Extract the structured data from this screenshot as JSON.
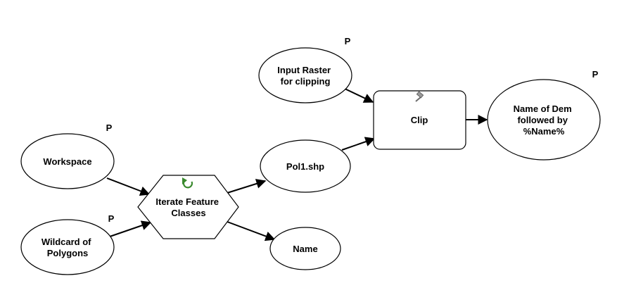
{
  "diagram": {
    "nodes": {
      "workspace": {
        "label": [
          "Workspace"
        ],
        "param": "P"
      },
      "wildcard": {
        "label": [
          "Wildcard of",
          "Polygons"
        ],
        "param": "P"
      },
      "iterate": {
        "label": [
          "Iterate Feature",
          "Classes"
        ],
        "icon": "iterate-refresh-icon",
        "icon_color": "#3a8a2e"
      },
      "pol1": {
        "label": [
          "Pol1.shp"
        ]
      },
      "name": {
        "label": [
          "Name"
        ]
      },
      "input_raster": {
        "label": [
          "Input Raster",
          "for clipping"
        ],
        "param": "P"
      },
      "clip": {
        "label": [
          "Clip"
        ],
        "icon": "hammer-tool-icon"
      },
      "output": {
        "label": [
          "Name of Dem",
          "followed by",
          "%Name%"
        ],
        "param": "P"
      }
    },
    "connections": [
      {
        "from": "workspace",
        "to": "iterate"
      },
      {
        "from": "wildcard",
        "to": "iterate"
      },
      {
        "from": "iterate",
        "to": "pol1"
      },
      {
        "from": "iterate",
        "to": "name"
      },
      {
        "from": "input_raster",
        "to": "clip"
      },
      {
        "from": "pol1",
        "to": "clip"
      },
      {
        "from": "clip",
        "to": "output"
      }
    ]
  }
}
